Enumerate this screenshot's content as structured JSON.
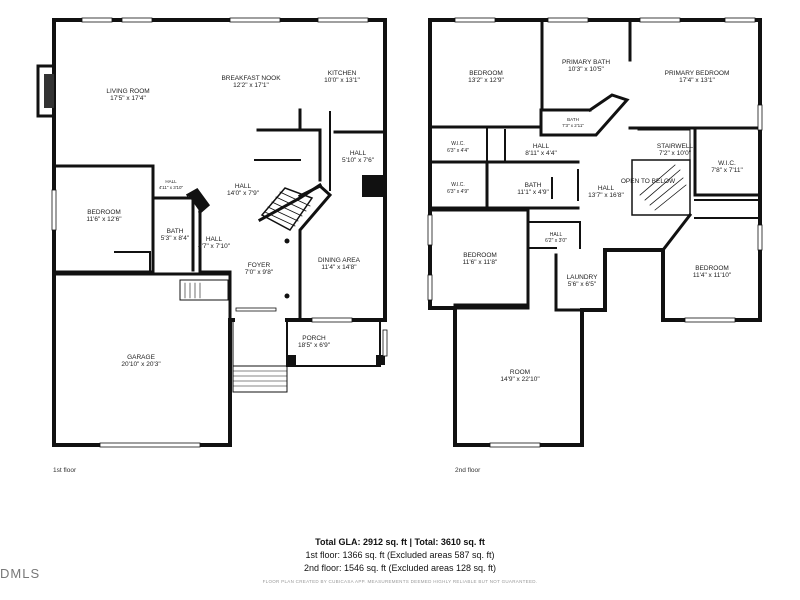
{
  "floor1": {
    "label": "1st floor",
    "rooms": {
      "living": {
        "name": "LIVING ROOM",
        "dim": "17'5\" x 17'4\""
      },
      "nook": {
        "name": "BREAKFAST NOOK",
        "dim": "12'2\" x 17'1\""
      },
      "kitchen": {
        "name": "KITCHEN",
        "dim": "10'0\" x 13'1\""
      },
      "hall_a": {
        "name": "HALL",
        "dim": "5'10\" x 7'6\""
      },
      "hall_b": {
        "name": "HALL",
        "dim": "14'0\" x 7'9\""
      },
      "hall_small": {
        "name": "HALL",
        "dim": "4'11\" x 3'10\""
      },
      "bedroom": {
        "name": "BEDROOM",
        "dim": "11'6\" x 12'6\""
      },
      "bath": {
        "name": "BATH",
        "dim": "5'3\" x 8'4\""
      },
      "hall_c": {
        "name": "HALL",
        "dim": "4'7\" x 7'10\""
      },
      "foyer": {
        "name": "FOYER",
        "dim": "7'0\" x 9'8\""
      },
      "dining": {
        "name": "DINING AREA",
        "dim": "11'4\" x 14'8\""
      },
      "porch": {
        "name": "PORCH",
        "dim": "18'5\" x 6'9\""
      },
      "garage": {
        "name": "GARAGE",
        "dim": "20'10\" x 20'3\""
      }
    }
  },
  "floor2": {
    "label": "2nd floor",
    "rooms": {
      "bedroom_a": {
        "name": "BEDROOM",
        "dim": "13'2\" x 12'9\""
      },
      "primary_bath": {
        "name": "PRIMARY BATH",
        "dim": "10'3\" x 10'5\""
      },
      "primary_bedroom": {
        "name": "PRIMARY BEDROOM",
        "dim": "17'4\" x 13'1\""
      },
      "bath_small": {
        "name": "BATH",
        "dim": "7'3\" x 2'11\""
      },
      "wic_a": {
        "name": "W.I.C.",
        "dim": "6'3\" x 4'4\""
      },
      "hall_a": {
        "name": "HALL",
        "dim": "8'11\" x 4'4\""
      },
      "stairwell": {
        "name": "STAIRWELL",
        "dim": "7'2\" x 10'0\""
      },
      "open_below": {
        "name": "OPEN TO BELOW"
      },
      "wic_c": {
        "name": "W.I.C.",
        "dim": "7'8\" x 7'11\""
      },
      "wic_b": {
        "name": "W.I.C.",
        "dim": "6'3\" x 4'9\""
      },
      "bath": {
        "name": "BATH",
        "dim": "11'1\" x 4'9\""
      },
      "hall_b": {
        "name": "HALL",
        "dim": "13'7\" x 16'8\""
      },
      "hall_c": {
        "name": "HALL",
        "dim": "6'2\" x 3'0\""
      },
      "bedroom_b": {
        "name": "BEDROOM",
        "dim": "11'6\" x 11'8\""
      },
      "laundry": {
        "name": "LAUNDRY",
        "dim": "5'6\" x 6'5\""
      },
      "bedroom_c": {
        "name": "BEDROOM",
        "dim": "11'4\" x 11'10\""
      },
      "room": {
        "name": "ROOM",
        "dim": "14'9\" x 22'10\""
      }
    }
  },
  "summary": {
    "line1": "Total GLA: 2912 sq. ft | Total: 3610 sq. ft",
    "line2": "1st floor: 1366 sq. ft (Excluded areas 587 sq. ft)",
    "line3": "2nd floor: 1546 sq. ft (Excluded areas 128 sq. ft)",
    "disclaimer": "FLOOR PLAN CREATED BY CUBICASA APP. MEASUREMENTS DEEMED HIGHLY RELIABLE BUT NOT GUARANTEED."
  },
  "watermark": "DMLS"
}
